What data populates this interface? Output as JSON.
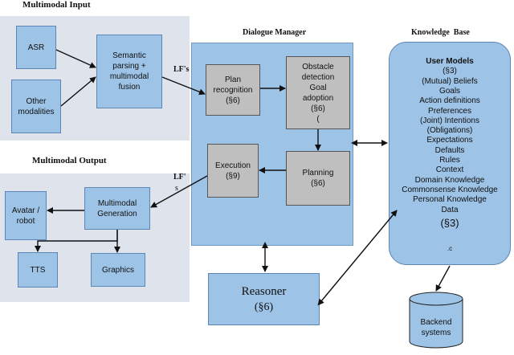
{
  "multimodal_input": {
    "title": "Multimodal Input",
    "asr": "ASR",
    "other_modalities": "Other\nmodalities",
    "semantic_parsing": "Semantic\nparsing +\nmultimodal\nfusion"
  },
  "multimodal_output": {
    "title": "Multimodal Output",
    "generation": "Multimodal\nGeneration",
    "avatar": "Avatar /\nrobot",
    "tts": "TTS",
    "graphics": "Graphics"
  },
  "lf_labels": {
    "top": "LF's",
    "bottom_1": "LF'",
    "bottom_2": "s"
  },
  "dialogue_manager": {
    "title": "Dialogue Manager",
    "plan_recognition": "Plan\nrecognition\n(§6)",
    "obstacle": "Obstacle\ndetection\nGoal\nadoption\n(§6)\n(",
    "execution": "Execution\n(§9)",
    "planning": "Planning\n(§6)"
  },
  "reasoner": {
    "label": "Reasoner",
    "ref": "(§6)"
  },
  "knowledge_base": {
    "title": "Knowledge  Base",
    "items": [
      {
        "text": "User Models",
        "bold": true
      },
      {
        "text": "(§3)",
        "bold": false
      },
      {
        "text": "(Mutual) Beliefs",
        "bold": false
      },
      {
        "text": "Goals",
        "bold": false
      },
      {
        "text": "Action definitions",
        "bold": false
      },
      {
        "text": "Preferences",
        "bold": false
      },
      {
        "text": "(Joint) Intentions",
        "bold": false
      },
      {
        "text": "(Obligations)",
        "bold": false
      },
      {
        "text": "Expectations",
        "bold": false
      },
      {
        "text": "Defaults",
        "bold": false
      },
      {
        "text": "Rules",
        "bold": false
      },
      {
        "text": "Context",
        "bold": false
      },
      {
        "text": "Domain Knowledge",
        "bold": false
      },
      {
        "text": "Commonsense Knowledge",
        "bold": false
      },
      {
        "text": "Personal Knowledge",
        "bold": false
      },
      {
        "text": "Data",
        "bold": false
      }
    ],
    "section_ref": "(§3)",
    "trailing_mark": ".c"
  },
  "backend": {
    "label": "Backend\nsystems"
  },
  "colors": {
    "box_fill": "#9dc3e6",
    "gray_fill": "#bfbfbf",
    "panel_fill": "#dfe3ec"
  }
}
